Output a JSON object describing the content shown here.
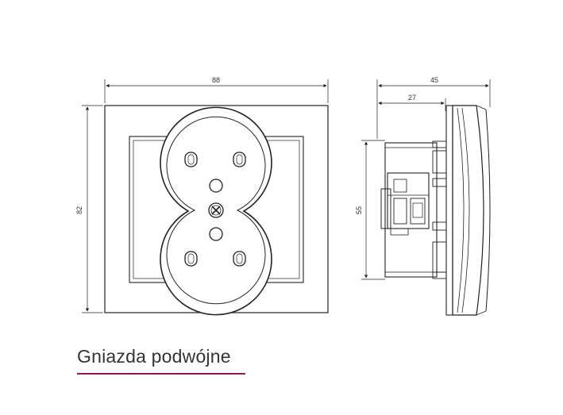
{
  "dimensions": {
    "front_width": "88",
    "front_height": "82",
    "side_depth_total": "45",
    "side_depth_base": "27",
    "side_height": "55"
  },
  "caption": {
    "text": "Gniazda podwójne"
  },
  "colors": {
    "line": "#222222",
    "caption_text": "#333333",
    "accent_underline": "#8b1a5c"
  }
}
